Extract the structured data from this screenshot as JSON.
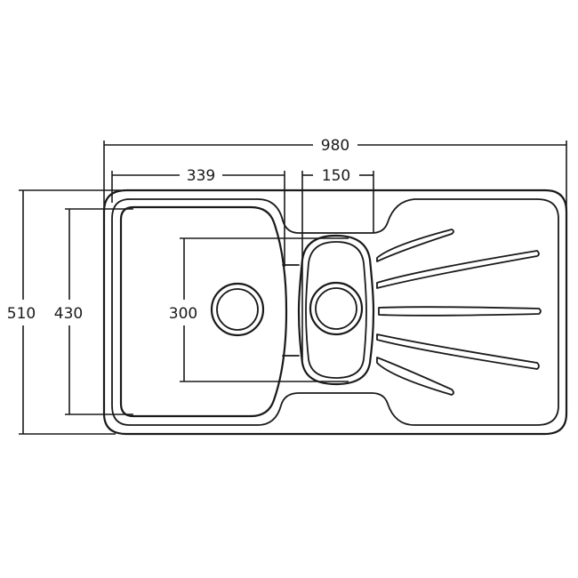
{
  "dimensions": {
    "overall_width": "980",
    "large_bowl_width": "339",
    "small_bowl_width": "150",
    "overall_depth": "510",
    "large_bowl_depth": "430",
    "bowl_inner_depth": "300"
  },
  "colors": {
    "line": "#1a1a1a",
    "background": "#ffffff"
  }
}
